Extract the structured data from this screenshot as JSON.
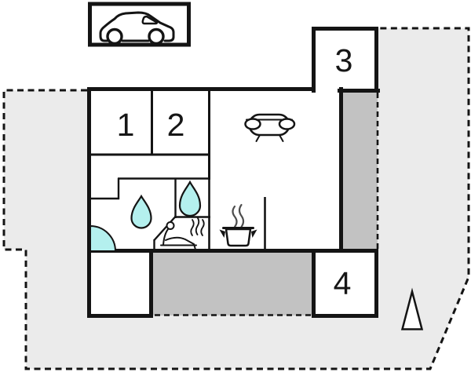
{
  "floor_plan": {
    "rooms": [
      {
        "label": "1"
      },
      {
        "label": "2"
      },
      {
        "label": "3"
      },
      {
        "label": "4"
      }
    ],
    "icons": [
      {
        "name": "car-icon"
      },
      {
        "name": "sofa-icon"
      },
      {
        "name": "water-drop-icon"
      },
      {
        "name": "water-drop-icon"
      },
      {
        "name": "shower-icon"
      },
      {
        "name": "sauna-icon"
      },
      {
        "name": "cooking-pot-icon"
      },
      {
        "name": "north-arrow-icon"
      }
    ],
    "colors": {
      "plot": "#ebebeb",
      "covered_terrace": "#c2c2c2",
      "water": "#b4f0ee",
      "wall": "#141414"
    }
  }
}
